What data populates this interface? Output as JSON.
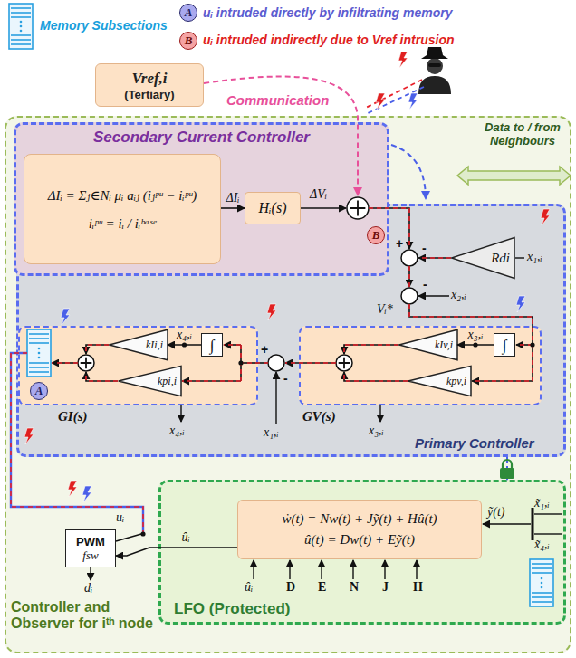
{
  "diagram": {
    "nodes": [
      {
        "text": [
          "A"
        ]
      },
      {
        "text": [
          "B"
        ]
      },
      {
        "text": [
          "Vref,i",
          "(Tertiary)"
        ]
      },
      {
        "text": [
          "Controller and Observer for iᵗʰ node"
        ]
      },
      {
        "text": [
          "Secondary Current Controller"
        ],
        "in": 3
      },
      {
        "text": [
          "ΔIᵢ = Σⱼ∈Nᵢ μᵢ aᵢⱼ (iⱼᵖᵘ − iᵢᵖᵘ)",
          "iᵢᵖᵘ = iᵢ / iᵢᵇᵃˢᵉ"
        ],
        "in": 4
      },
      {
        "text": [
          "Hᵢ(s)"
        ],
        "in": 4
      },
      {
        "text": [
          "B"
        ],
        "in": 4
      },
      {
        "text": [
          "Primary Controller"
        ],
        "in": 3
      },
      {
        "text": [
          "Rdi"
        ],
        "in": 8
      },
      {
        "text": [
          "GV(s)"
        ],
        "in": 8
      },
      {
        "text": [
          "kIv,i"
        ],
        "in": 10
      },
      {
        "text": [
          "∫"
        ],
        "in": 10
      },
      {
        "text": [
          "kpv,i"
        ],
        "in": 10
      },
      {
        "text": [
          "GI(s)"
        ],
        "in": 8
      },
      {
        "text": [
          "A"
        ],
        "in": 14
      },
      {
        "text": [
          "kIi,i"
        ],
        "in": 14
      },
      {
        "text": [
          "∫"
        ],
        "in": 14
      },
      {
        "text": [
          "kpi,i"
        ],
        "in": 14
      },
      {
        "text": [
          "PWM",
          "fsw"
        ],
        "in": 3
      },
      {
        "text": [
          "LFO (Protected)"
        ],
        "in": 3
      },
      {
        "text": [
          "ẇ(t) = Nw(t) + Jỹ(t) + Hû(t)",
          "û(t) = Dw(t) + Eỹ(t)"
        ],
        "in": 20
      }
    ],
    "edges": [
      {
        "from": 5,
        "to": 6,
        "label": "ΔIᵢ",
        "arrow": "to"
      },
      {
        "from": 12,
        "to": 11,
        "label": "x₃,ᵢ",
        "arrow": "to"
      },
      {
        "from": 17,
        "to": 16,
        "label": "x₄,ᵢ",
        "arrow": "to"
      },
      {
        "from": 8,
        "to": 20,
        "arrow": "to"
      },
      {
        "from": 21,
        "to": 19,
        "label": "ûᵢ",
        "arrow": "to"
      }
    ],
    "labels": [
      "Communication",
      "Data to / from Neighbours",
      "ΔVᵢ",
      "x₁,ᵢ",
      "+",
      "-",
      "x₂,ᵢ",
      "-",
      "Vᵢ*",
      "+",
      "-",
      "x₁,ᵢ",
      "x₃,ᵢ",
      "x₄,ᵢ",
      "uᵢ",
      "dᵢ",
      "ûᵢ",
      "D",
      "E",
      "N",
      "J",
      "H",
      "x̃₁,ᵢ",
      "x̃₄,ᵢ",
      "ỹ(t)"
    ],
    "legend": [
      {
        "text": "Memory Subsections"
      },
      {
        "text": "uᵢ intruded directly by infiltrating memory"
      },
      {
        "text": "uᵢ intruded indirectly due to Vref intrusion"
      }
    ]
  }
}
